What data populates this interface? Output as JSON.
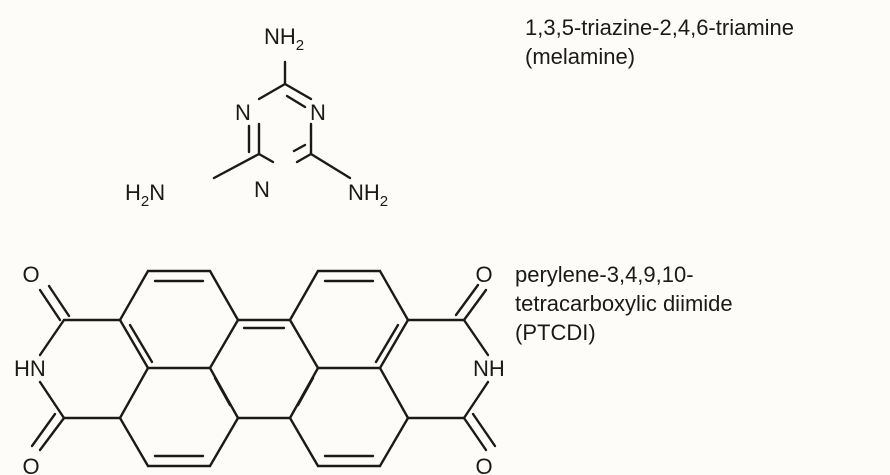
{
  "melamine": {
    "name_line1": "1,3,5-triazine-2,4,6-triamine",
    "name_line2": "(melamine)",
    "amine_top": "NH",
    "amine_left": "H",
    "amine_left_tail": "N",
    "amine_right": "NH",
    "subscript": "2",
    "ring_n_left": "N",
    "ring_n_right": "N",
    "ring_n_bottom": "N"
  },
  "ptcdi": {
    "name_line1": "perylene-3,4,9,10-",
    "name_line2": "tetracarboxylic diimide",
    "name_line3": "(PTCDI)",
    "imide_left": "HN",
    "imide_right": "NH",
    "oxygen": "O"
  }
}
